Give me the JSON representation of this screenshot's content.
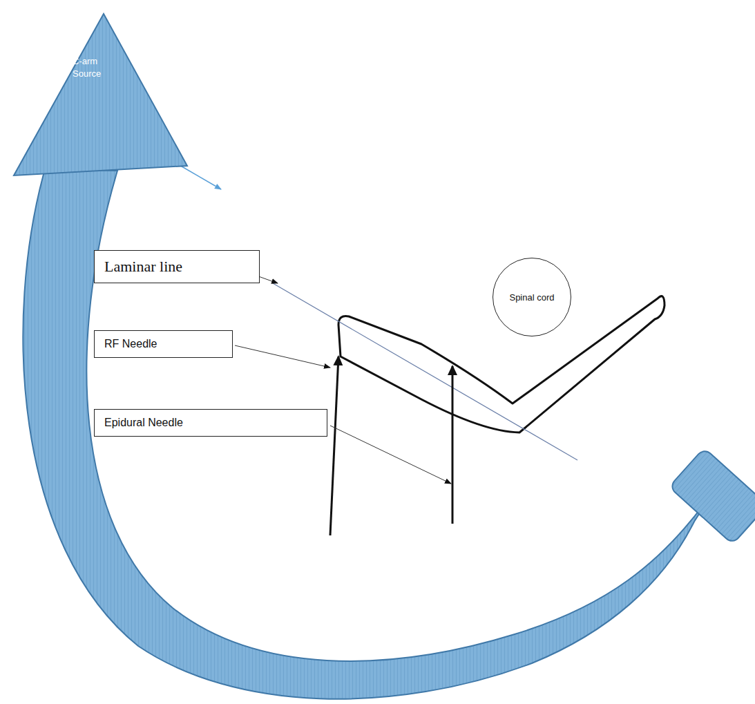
{
  "diagram": {
    "nodes": [
      {
        "text": [
          "C-arm Source"
        ]
      },
      {
        "text": [
          "Laminar line"
        ]
      },
      {
        "text": [
          "RF Needle"
        ]
      },
      {
        "text": [
          "Spinal cord"
        ]
      },
      {
        "text": [
          "Epidural Needle"
        ]
      }
    ]
  }
}
